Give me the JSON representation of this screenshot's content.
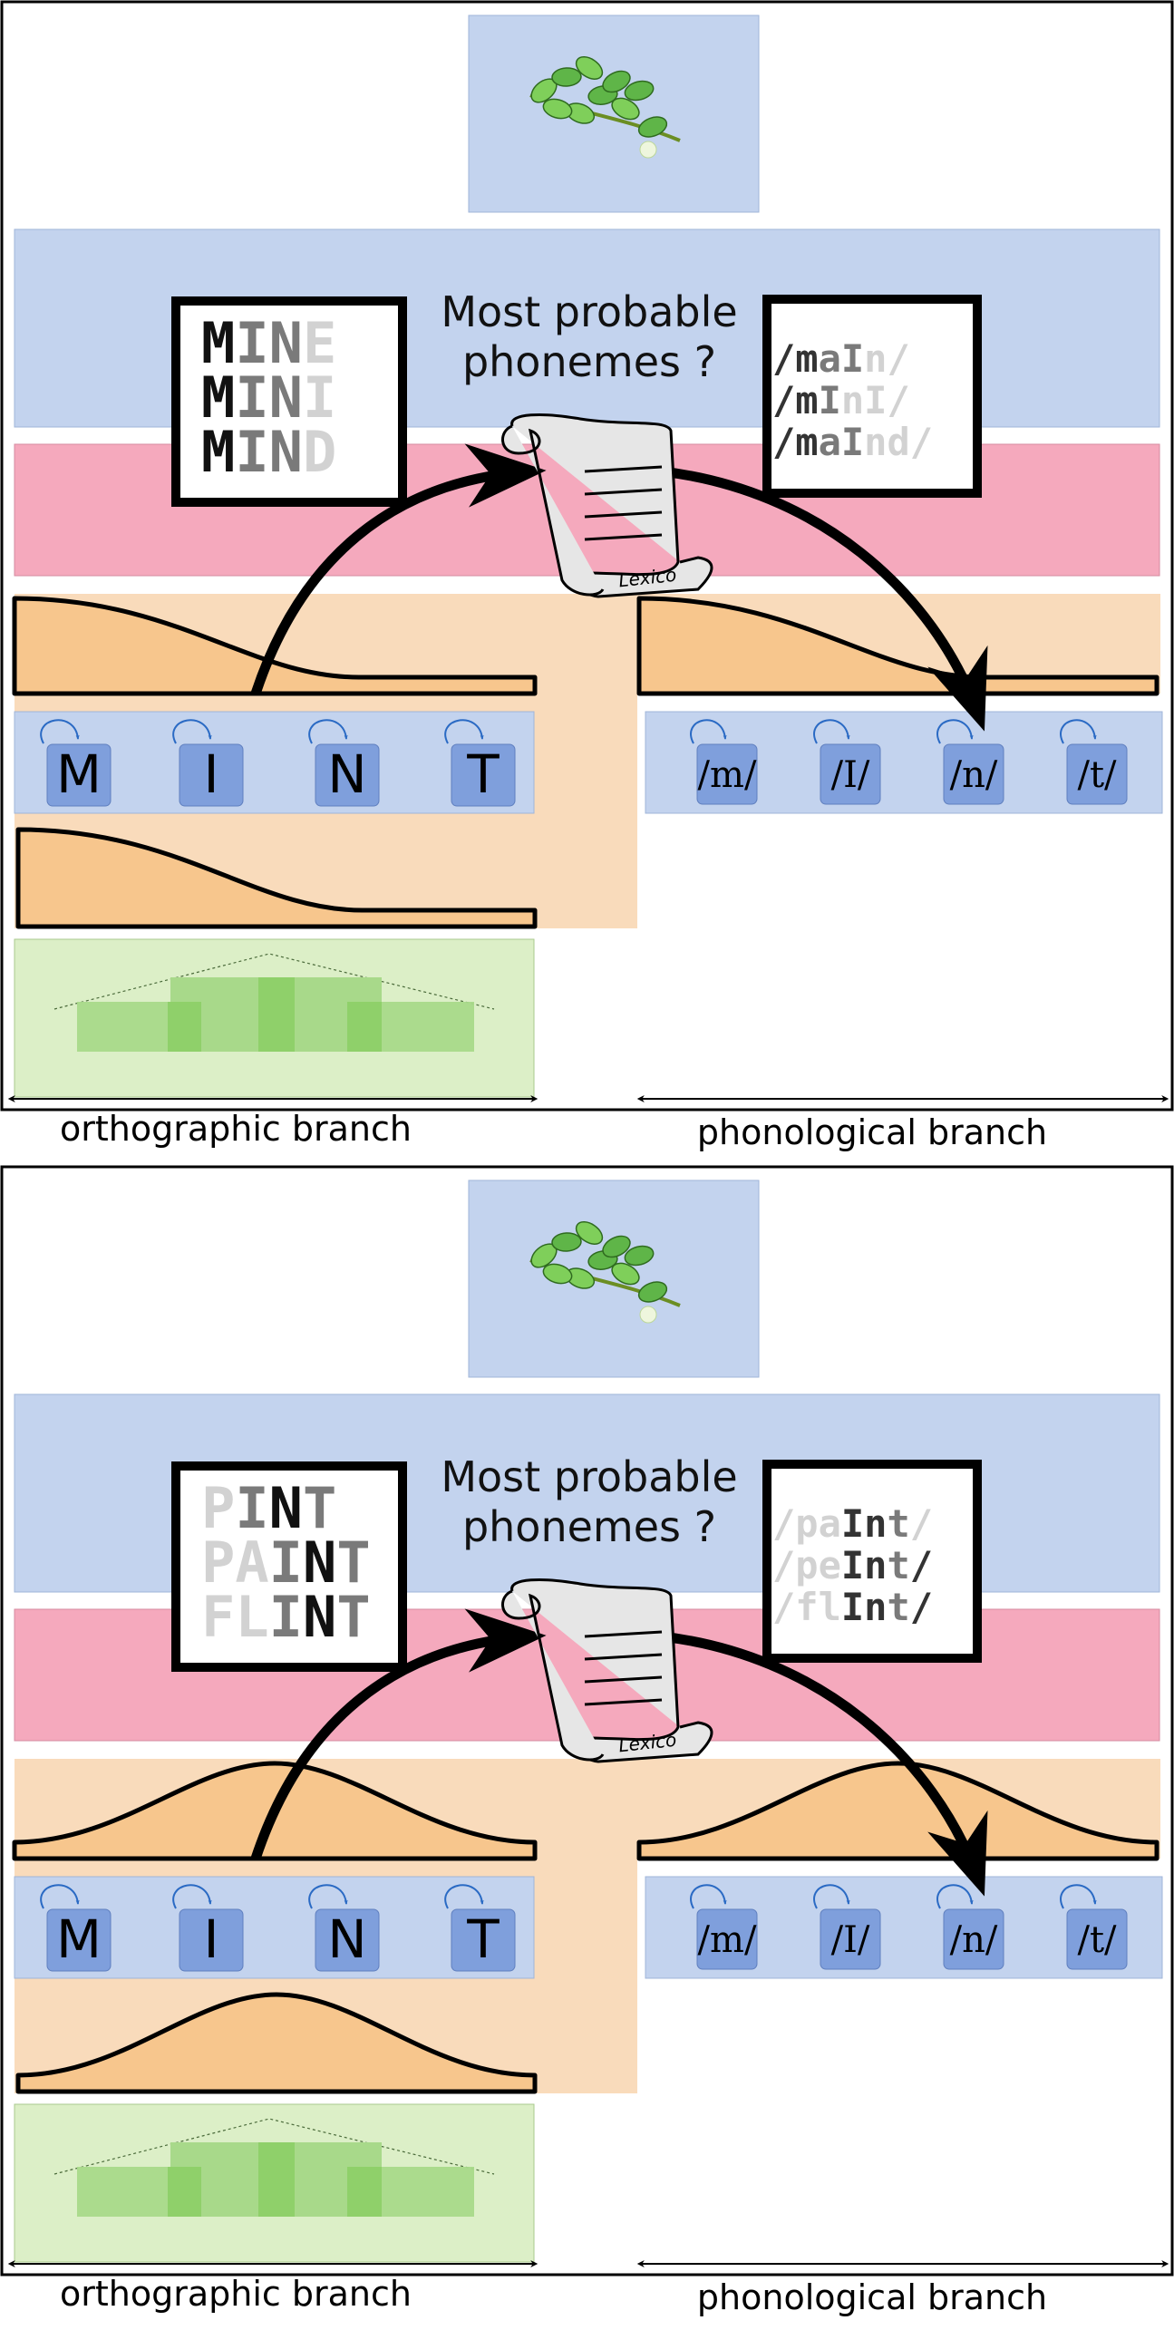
{
  "panels": [
    {
      "id": "top",
      "question": [
        "Most probable",
        "phonemes ?"
      ],
      "letters": [
        "M",
        "I",
        "N",
        "T"
      ],
      "phonemes": [
        "/m/",
        "/I/",
        "/n/",
        "/t/"
      ],
      "branch_labels": {
        "orthographic": "orthographic branch",
        "phonological": "phonological branch"
      },
      "scroll_label": "Lexico",
      "ortho_words": [
        [
          {
            "t": "M",
            "c": "#111111"
          },
          {
            "t": "I",
            "c": "#7a7a7a"
          },
          {
            "t": "N",
            "c": "#7a7a7a"
          },
          {
            "t": "E",
            "c": "#d2d2d2"
          }
        ],
        [
          {
            "t": "M",
            "c": "#111111"
          },
          {
            "t": "I",
            "c": "#7a7a7a"
          },
          {
            "t": "N",
            "c": "#7a7a7a"
          },
          {
            "t": "I",
            "c": "#d2d2d2"
          }
        ],
        [
          {
            "t": "M",
            "c": "#111111"
          },
          {
            "t": "I",
            "c": "#7a7a7a"
          },
          {
            "t": "N",
            "c": "#7a7a7a"
          },
          {
            "t": "D",
            "c": "#d2d2d2"
          }
        ]
      ],
      "phon_words": [
        [
          {
            "t": "/m",
            "c": "#333333"
          },
          {
            "t": "aI",
            "c": "#7a7a7a"
          },
          {
            "t": "n/",
            "c": "#d2d2d2"
          }
        ],
        [
          {
            "t": "/m",
            "c": "#333333"
          },
          {
            "t": "I",
            "c": "#7a7a7a"
          },
          {
            "t": "nI/",
            "c": "#d2d2d2"
          }
        ],
        [
          {
            "t": "/m",
            "c": "#333333"
          },
          {
            "t": "aI",
            "c": "#7a7a7a"
          },
          {
            "t": "nd/",
            "c": "#d2d2d2"
          }
        ]
      ],
      "attention_shape": "sigmoid"
    },
    {
      "id": "bottom",
      "question": [
        "Most probable",
        "phonemes ?"
      ],
      "letters": [
        "M",
        "I",
        "N",
        "T"
      ],
      "phonemes": [
        "/m/",
        "/I/",
        "/n/",
        "/t/"
      ],
      "branch_labels": {
        "orthographic": "orthographic branch",
        "phonological": "phonological branch"
      },
      "scroll_label": "Lexico",
      "ortho_words": [
        [
          {
            "t": "P",
            "c": "#d2d2d2"
          },
          {
            "t": "I",
            "c": "#7a7a7a"
          },
          {
            "t": "N",
            "c": "#111111"
          },
          {
            "t": "T",
            "c": "#7a7a7a"
          }
        ],
        [
          {
            "t": "PA",
            "c": "#d2d2d2"
          },
          {
            "t": "I",
            "c": "#7a7a7a"
          },
          {
            "t": "N",
            "c": "#111111"
          },
          {
            "t": "T",
            "c": "#7a7a7a"
          }
        ],
        [
          {
            "t": "FL",
            "c": "#d2d2d2"
          },
          {
            "t": "I",
            "c": "#7a7a7a"
          },
          {
            "t": "N",
            "c": "#111111"
          },
          {
            "t": "T",
            "c": "#7a7a7a"
          }
        ]
      ],
      "phon_words": [
        [
          {
            "t": "/pa",
            "c": "#d2d2d2"
          },
          {
            "t": "I",
            "c": "#333333"
          },
          {
            "t": "n",
            "c": "#333333"
          },
          {
            "t": "t",
            "c": "#7a7a7a"
          },
          {
            "t": "/",
            "c": "#d2d2d2"
          }
        ],
        [
          {
            "t": "/pe",
            "c": "#d2d2d2"
          },
          {
            "t": "I",
            "c": "#333333"
          },
          {
            "t": "n",
            "c": "#333333"
          },
          {
            "t": "t",
            "c": "#7a7a7a"
          },
          {
            "t": "/",
            "c": "#333333"
          }
        ],
        [
          {
            "t": "/fl",
            "c": "#d2d2d2"
          },
          {
            "t": "I",
            "c": "#333333"
          },
          {
            "t": "n",
            "c": "#333333"
          },
          {
            "t": "t",
            "c": "#7a7a7a"
          },
          {
            "t": "/",
            "c": "#333333"
          }
        ]
      ],
      "attention_shape": "gaussian"
    }
  ],
  "colors": {
    "blue_band": "#c3d3ee",
    "pink_band": "#f5a9bd",
    "peach_bg": "#f9dbbb",
    "peach_curve": "#f7c68d",
    "unit_box": "#7f9fdc",
    "green_bg": "#dcefc7",
    "green_bar": "#a8d98a",
    "green_dark": "#8fd06a"
  }
}
